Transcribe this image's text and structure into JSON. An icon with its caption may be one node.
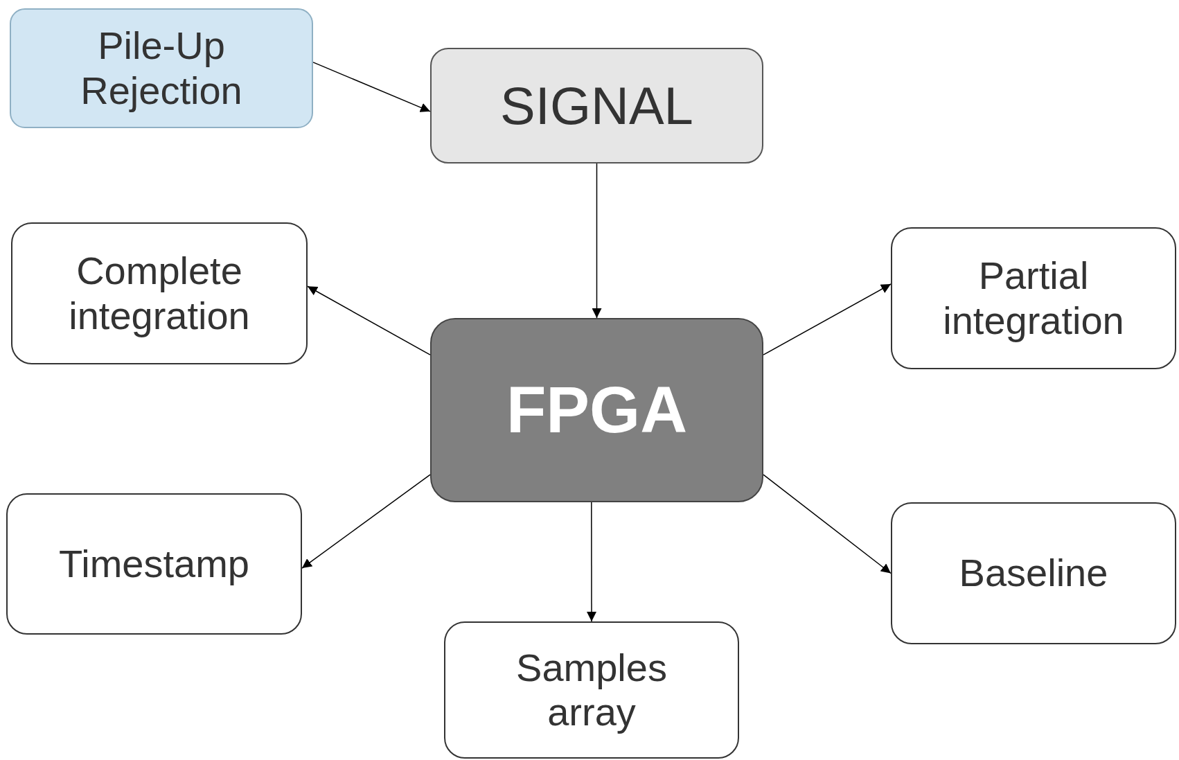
{
  "diagram": {
    "nodes": [
      {
        "text": [
          "Pile-Up Rejection"
        ]
      },
      {
        "text": [
          "SIGNAL"
        ]
      },
      {
        "text": [
          "Complete integration"
        ]
      },
      {
        "text": [
          "FPGA"
        ]
      },
      {
        "text": [
          "Partial integration"
        ]
      },
      {
        "text": [
          "Timestamp"
        ]
      },
      {
        "text": [
          "Baseline"
        ]
      },
      {
        "text": [
          "Samples array"
        ]
      }
    ],
    "edges": [
      {
        "from": 0,
        "to": 1,
        "arrow": "to"
      },
      {
        "from": 1,
        "to": 3,
        "arrow": "to"
      },
      {
        "from": 3,
        "to": 2,
        "arrow": "to"
      },
      {
        "from": 3,
        "to": 4,
        "arrow": "to"
      },
      {
        "from": 3,
        "to": 5,
        "arrow": "to"
      },
      {
        "from": 3,
        "to": 6,
        "arrow": "to"
      },
      {
        "from": 3,
        "to": 7,
        "arrow": "to"
      }
    ]
  }
}
